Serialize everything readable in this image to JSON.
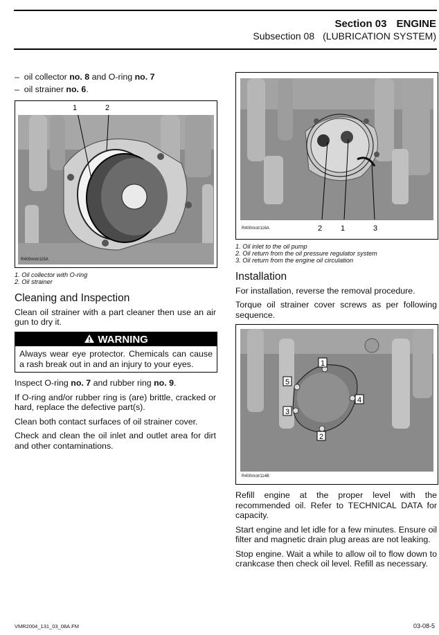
{
  "header": {
    "section": "Section 03",
    "section_title": "ENGINE",
    "subsection": "Subsection 08",
    "subsection_title": "(LUBRICATION SYSTEM)"
  },
  "left": {
    "bullets": [
      {
        "dash": "–",
        "a": "oil collector ",
        "b": "no. 8",
        "c": " and O-ring ",
        "d": "no. 7",
        "e": ""
      },
      {
        "dash": "–",
        "a": "oil strainer ",
        "b": "no. 6",
        "c": ".",
        "d": "",
        "e": ""
      }
    ],
    "figure1": {
      "code": "R400motr115A",
      "callouts": [
        "1",
        "2"
      ],
      "captions": [
        "1. Oil collector with O-ring",
        "2. Oil strainer"
      ]
    },
    "cleaning": {
      "heading": "Cleaning and Inspection",
      "intro": "Clean oil strainer with a part cleaner then use an air gun to dry it.",
      "warning_title": "WARNING",
      "warning_text": "Always wear eye protector. Chemicals can cause a rash break out in and an injury to your eyes.",
      "inspect_a": "Inspect O-ring ",
      "inspect_b": "no. 7",
      "inspect_c": " and rubber ring ",
      "inspect_d": "no. 9",
      "inspect_e": ".",
      "p2": "If O-ring and/or rubber ring is (are) brittle, cracked or hard, replace the defective part(s).",
      "p3": "Clean both contact surfaces of oil strainer cover.",
      "p4": "Check and clean the oil inlet and outlet area for dirt and other contaminations."
    }
  },
  "right": {
    "figure2": {
      "code": "R400motr116A",
      "callouts": [
        "2",
        "1",
        "3"
      ],
      "captions": [
        "1. Oil inlet to the oil pump",
        "2. Oil return from the oil pressure regulator system",
        "3. Oil return from the engine oil circulation"
      ]
    },
    "installation": {
      "heading": "Installation",
      "p1": "For installation, reverse the removal procedure.",
      "p2": "Torque oil strainer cover screws as per following sequence."
    },
    "figure3": {
      "code": "R400motr114B",
      "numbers": [
        "1",
        "5",
        "4",
        "3",
        "2"
      ]
    },
    "p3": "Refill engine at the proper level with the recommended oil. Refer to TECHNICAL DATA for capacity.",
    "p4": "Start engine and let idle for a few minutes. Ensure oil filter and magnetic drain plug areas are not leaking.",
    "p5": "Stop engine. Wait a while to allow oil to flow down to crankcase then check oil level. Refill as necessary."
  },
  "footer": {
    "file": "VMR2004_131_03_08A.FM",
    "page": "03-08-5"
  }
}
